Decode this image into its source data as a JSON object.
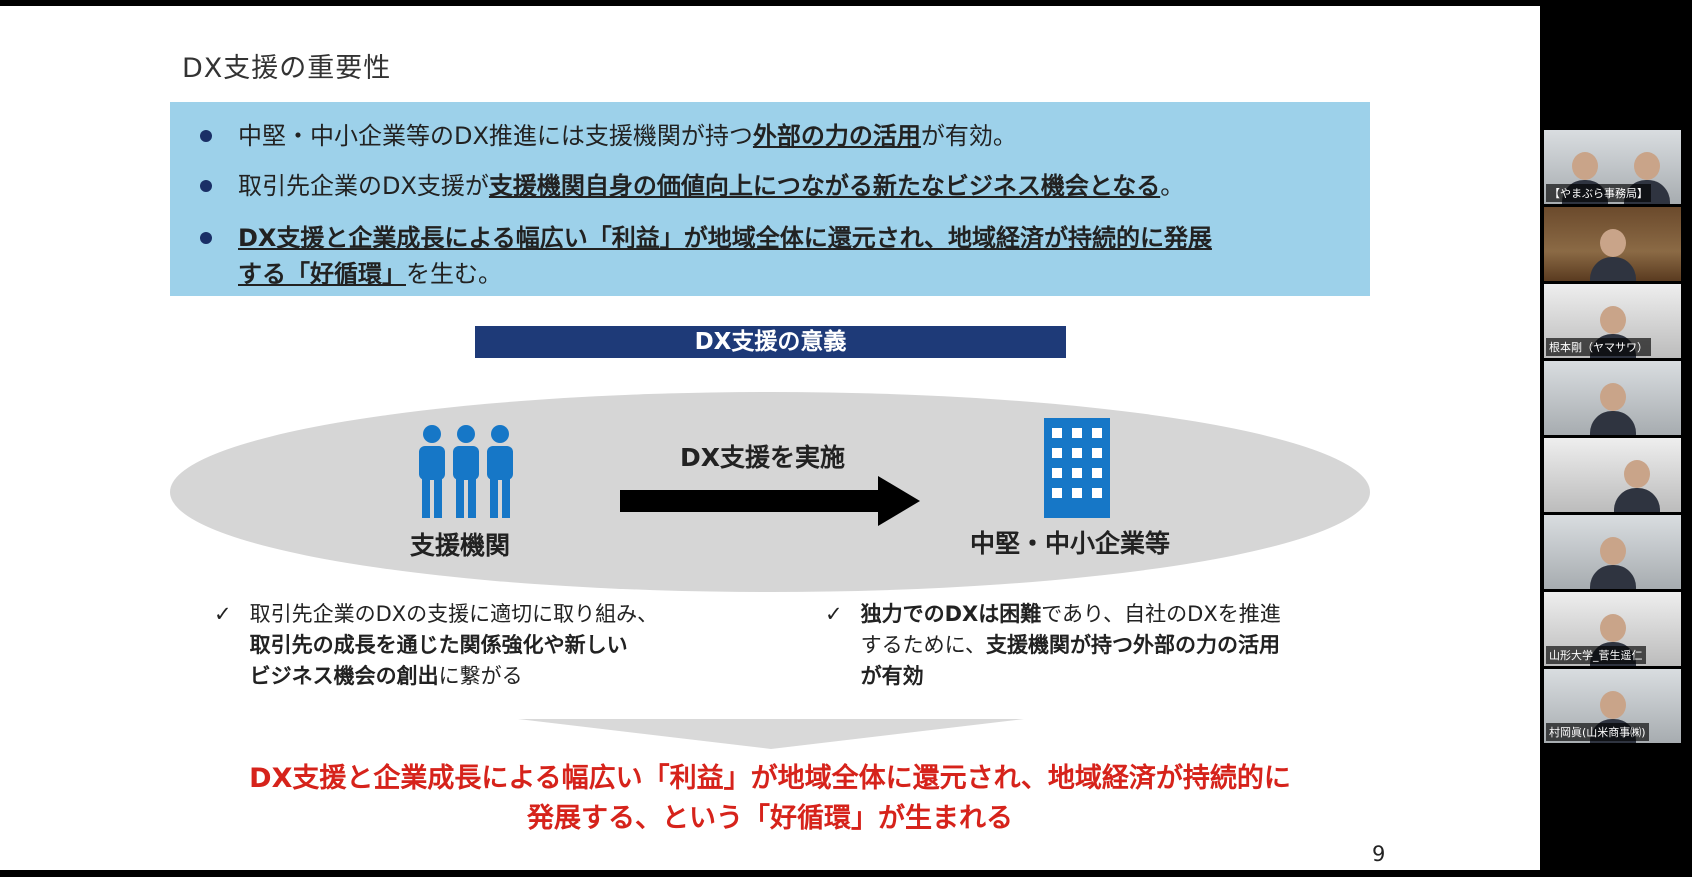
{
  "slide": {
    "title": "DX支援の重要性",
    "bullets": [
      {
        "pre": "中堅・中小企業等のDX推進には支援機関が持つ",
        "em": "外部の力の活用",
        "post": "が有効。"
      },
      {
        "pre": "取引先企業のDX支援が",
        "em": "支援機関自身の価値向上につながる新たなビジネス機会となる",
        "post": "。"
      },
      {
        "em_line1": "DX支援と企業成長による幅広い「利益」が地域全体に還元され、地域経済が持続的に発展",
        "em_line2": "する「好循環」",
        "post": "を生む。"
      }
    ],
    "section_header": "DX支援の意義",
    "arrow_label": "DX支援を実施",
    "left_entity": "支援機関",
    "right_entity": "中堅・中小企業等",
    "left_check": {
      "line1": "取引先企業のDXの支援に適切に取り組み、",
      "line2_bold": "取引先の成長を通じた関係強化や新しい",
      "line3_bold": "ビジネス機会の創出",
      "line3_post": "に繋がる"
    },
    "right_check": {
      "line1_bold": "独力でのDXは困難",
      "line1_post": "であり、自社のDXを推進",
      "line2_pre": "するために、",
      "line2_bold": "支援機関が持つ外部の力の活用",
      "line3_bold": "が有効"
    },
    "check_symbol": "✓",
    "conclusion_line1": "DX支援と企業成長による幅広い「利益」が地域全体に還元され、地域経済が持続的に",
    "conclusion_line2": "発展する、という「好循環」が生まれる",
    "page_number": "9"
  },
  "participants": [
    {
      "name": "【やまぶら事務局】"
    },
    {
      "name": ""
    },
    {
      "name": "根本剛（ヤマサワ）"
    },
    {
      "name": ""
    },
    {
      "name": ""
    },
    {
      "name": ""
    },
    {
      "name": "山形大学_菅生遥仁"
    },
    {
      "name": "村岡眞(山米商事㈱)"
    }
  ],
  "colors": {
    "summary_bg": "#9dd1ea",
    "header_bg": "#1e3a78",
    "icon_blue": "#1677c7",
    "conclusion_red": "#d6231b"
  }
}
